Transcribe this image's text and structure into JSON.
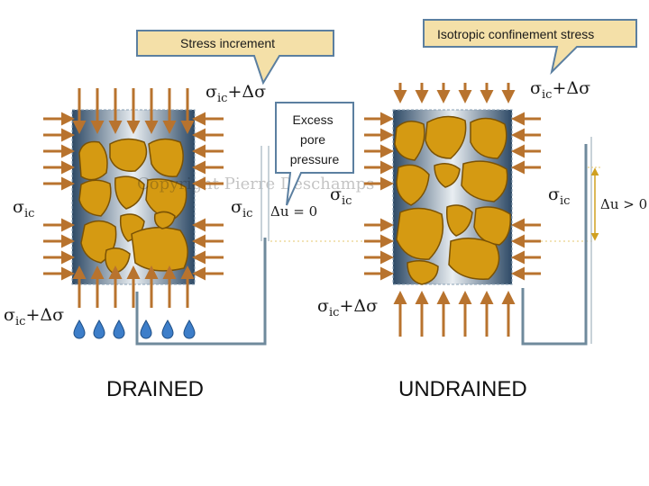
{
  "callouts": {
    "stress_increment": "Stress increment",
    "isotropic_confinement": "Isotropic confinement stress",
    "excess_pore_pressure": [
      "Excess",
      "pore",
      "pressure"
    ]
  },
  "symbols": {
    "sigma": "σ",
    "sub_ic": "ic",
    "plus_delta_sigma": "+Δσ",
    "delta_u_zero": "Δu = 0",
    "delta_u_positive": "Δu > 0"
  },
  "labels": {
    "drained": "DRAINED",
    "undrained": "UNDRAINED"
  },
  "watermark": "Copyright Pierre Deschamps",
  "colors": {
    "callout_fill": "#f4e0a8",
    "callout_border": "#5b7fa0",
    "arrow": "#b8732e",
    "grain": "#d59a12",
    "grain_edge": "#7a5205",
    "standpipe": "#6f8a9c",
    "drop": "#3d7ec9"
  }
}
